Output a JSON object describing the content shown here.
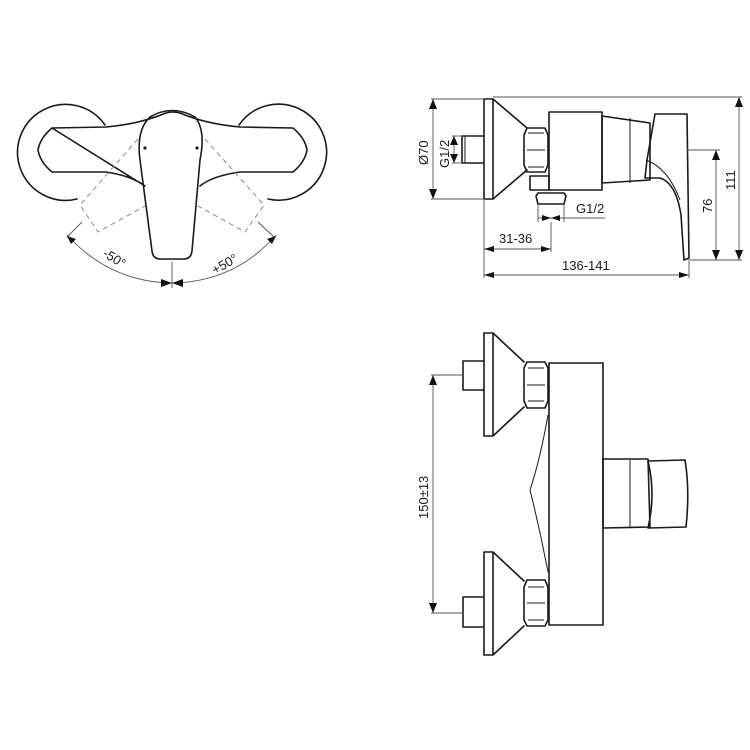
{
  "drawing": {
    "subject": "Single-lever exposed shower mixer - technical dimension drawing",
    "line_color": "#1a1a1a",
    "dimension_color": "#555555"
  },
  "views": {
    "top_view": {
      "angle_left": "-50°",
      "angle_right": "+50°"
    },
    "side_view": {
      "escutcheon_diameter": "Ø70",
      "inlet_thread": "G1/2",
      "outlet_thread": "G1/2",
      "wall_offset": "31-36",
      "total_depth": "136-141",
      "lever_height": "76",
      "total_height": "111"
    },
    "front_view": {
      "inlet_spacing": "150±13"
    }
  }
}
